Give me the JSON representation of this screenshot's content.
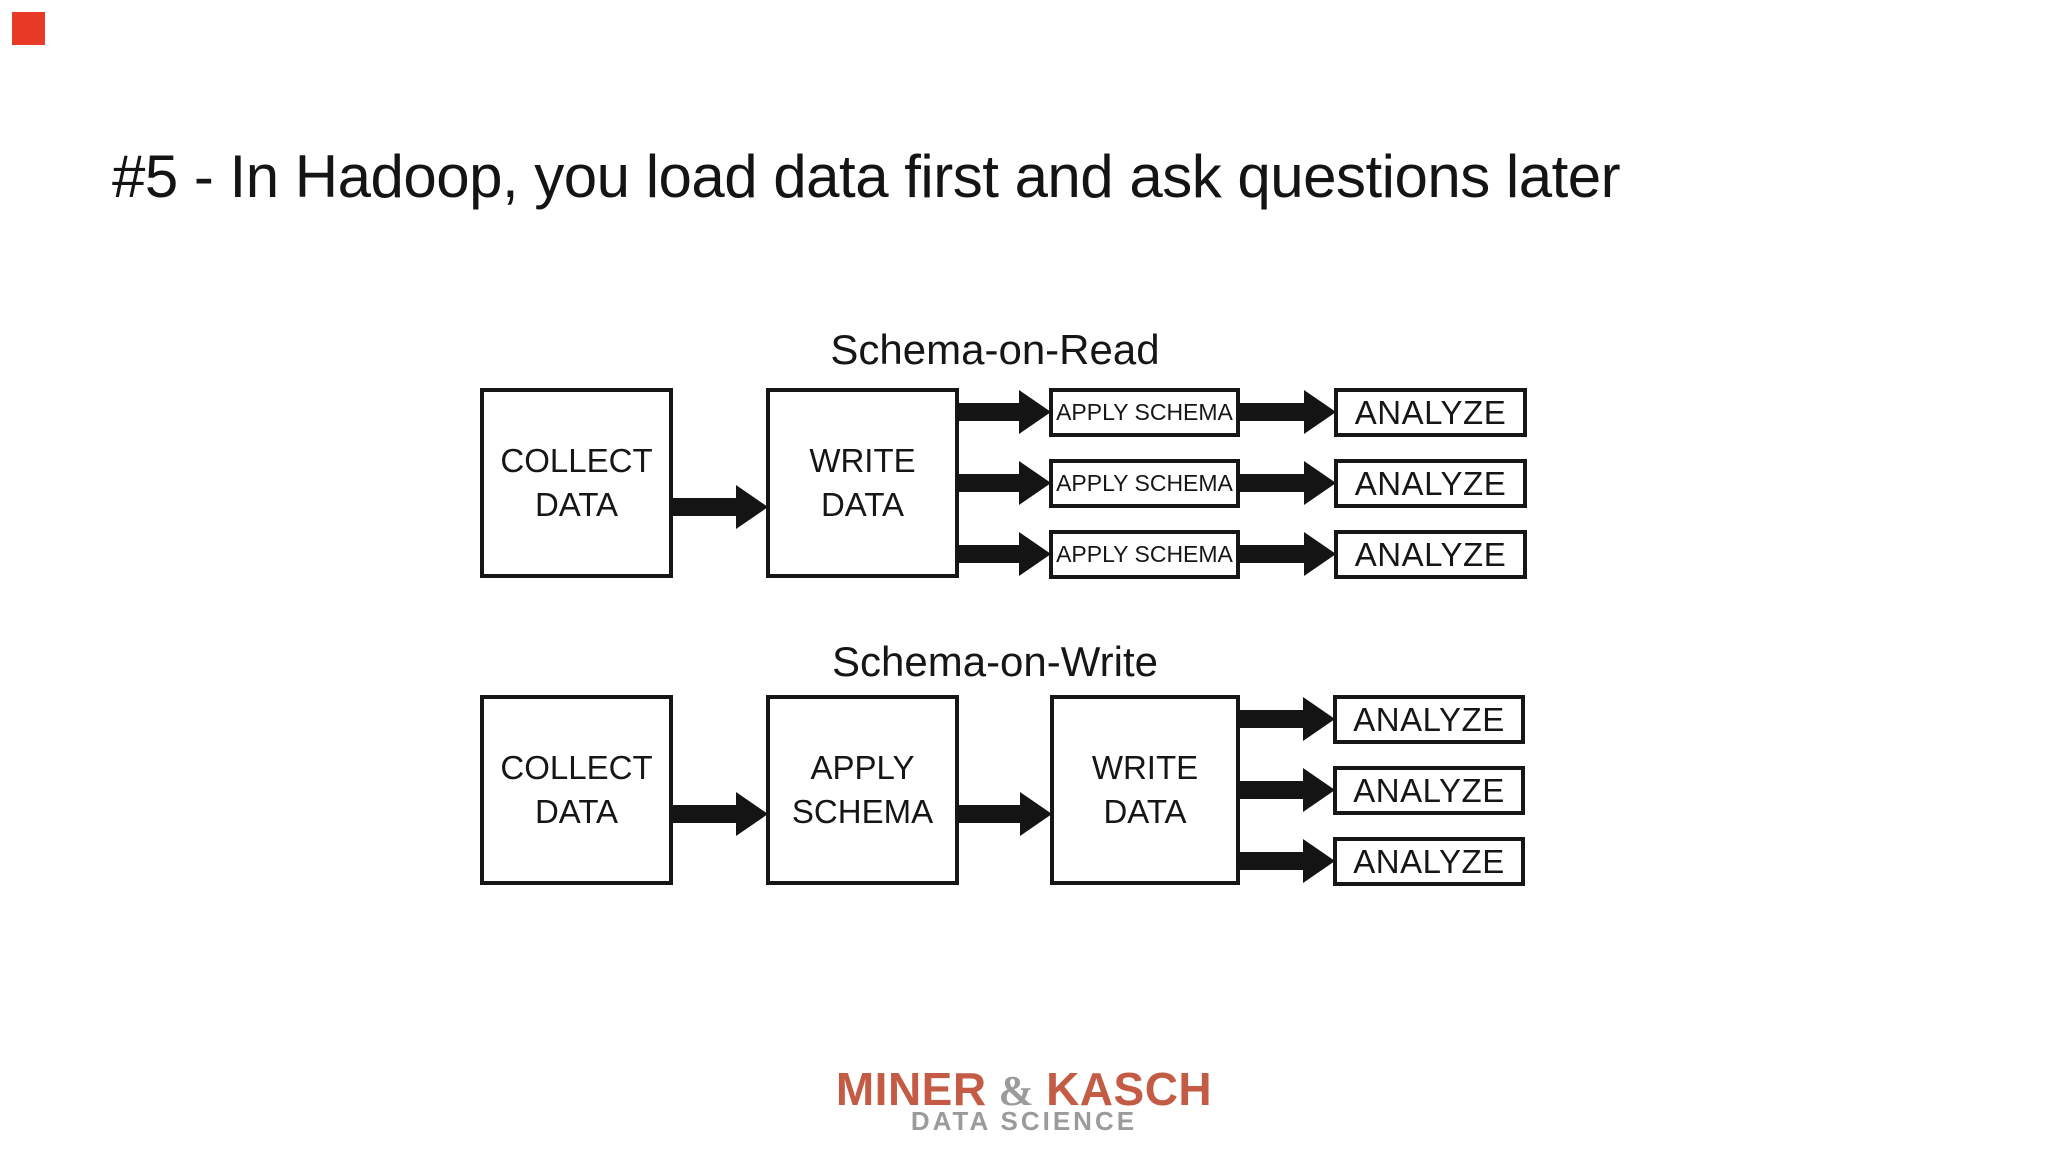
{
  "slide": {
    "title": "#5 - In Hadoop, you load data first and ask questions later"
  },
  "marker": {
    "color": "#e73b28"
  },
  "labels": {
    "collect_line1": "COLLECT",
    "collect_line2": "DATA",
    "write_line1": "WRITE",
    "write_line2": "DATA",
    "apply_line1": "APPLY",
    "apply_line2": "SCHEMA",
    "apply_schema": "APPLY SCHEMA",
    "analyze": "ANALYZE"
  },
  "diagram_read": {
    "heading": "Schema-on-Read"
  },
  "diagram_write": {
    "heading": "Schema-on-Write"
  },
  "footer": {
    "brand_first": "MINER",
    "brand_amp": "&",
    "brand_second": "KASCH",
    "tagline": "DATA SCIENCE"
  },
  "colors": {
    "brand": "#c45b45",
    "gray": "#9b9b9b",
    "ink": "#161616",
    "background": "#ffffff"
  }
}
